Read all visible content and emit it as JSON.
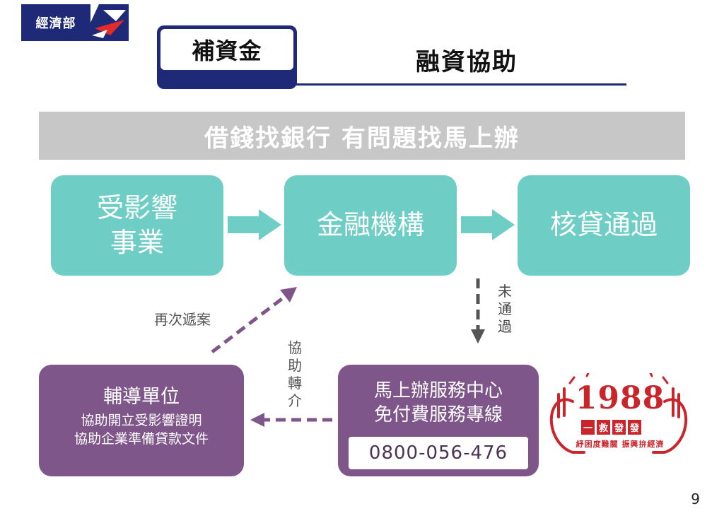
{
  "logo": {
    "text": "經濟部"
  },
  "header": {
    "tab_label": "補資金",
    "heading": "融資協助"
  },
  "banner": {
    "text": "借錢找銀行 有問題找馬上辦"
  },
  "flow": {
    "box1": {
      "line1": "受影響",
      "line2": "事業"
    },
    "box2": {
      "text": "金融機構"
    },
    "box3": {
      "text": "核貸通過"
    },
    "fail_label": [
      "未",
      "通",
      "過"
    ],
    "resubmit_label": "再次遞案",
    "assist_label": [
      "協",
      "助",
      "轉",
      "介"
    ]
  },
  "counseling": {
    "title": "輔導單位",
    "line1": "協助開立受影響證明",
    "line2": "協助企業準備貸款文件"
  },
  "service_center": {
    "line1": "馬上辦服務中心",
    "line2": "免付費服務專線",
    "phone": "0800-056-476"
  },
  "stamp": {
    "number": "1988",
    "tag": [
      "一",
      "救",
      "發",
      "發"
    ],
    "footer": "紓困度難關 振興拚經濟"
  },
  "page_number": "9",
  "colors": {
    "navy": "#1e2a78",
    "teal": "#6ecdc4",
    "purple": "#7e5689",
    "red": "#c9252b",
    "banner_gray": "#c7c7c7"
  }
}
